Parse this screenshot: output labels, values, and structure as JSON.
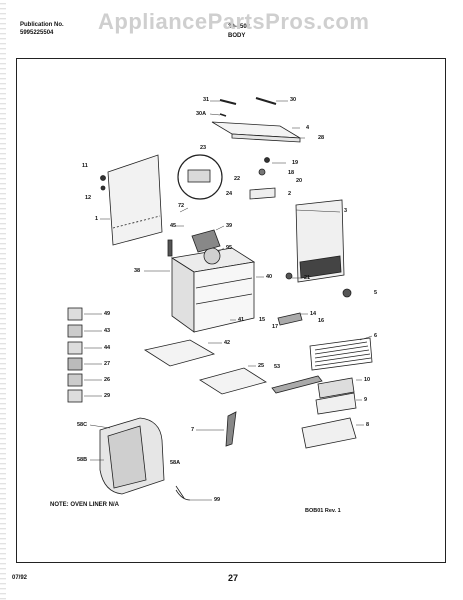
{
  "header": {
    "publication_label": "Publication No.",
    "publication_number": "5995225504",
    "model_prefix": "30-4502",
    "section_title": "BODY"
  },
  "watermark": "AppliancePartsPros.com",
  "callouts": [
    "31",
    "30",
    "30A",
    "4",
    "28",
    "23",
    "22",
    "19",
    "18",
    "20",
    "11",
    "12",
    "72",
    "24",
    "2",
    "1",
    "3",
    "45",
    "39",
    "95",
    "38",
    "40",
    "21",
    "5",
    "14",
    "41",
    "15",
    "16",
    "17",
    "49",
    "43",
    "42",
    "44",
    "27",
    "26",
    "29",
    "25",
    "53",
    "6",
    "10",
    "9",
    "8",
    "7",
    "58C",
    "58B",
    "58A",
    "99"
  ],
  "footer": {
    "note": "NOTE: OVEN LINER N/A",
    "code": "BOB01 Rev. 1",
    "date": "07/92",
    "page": "27"
  }
}
